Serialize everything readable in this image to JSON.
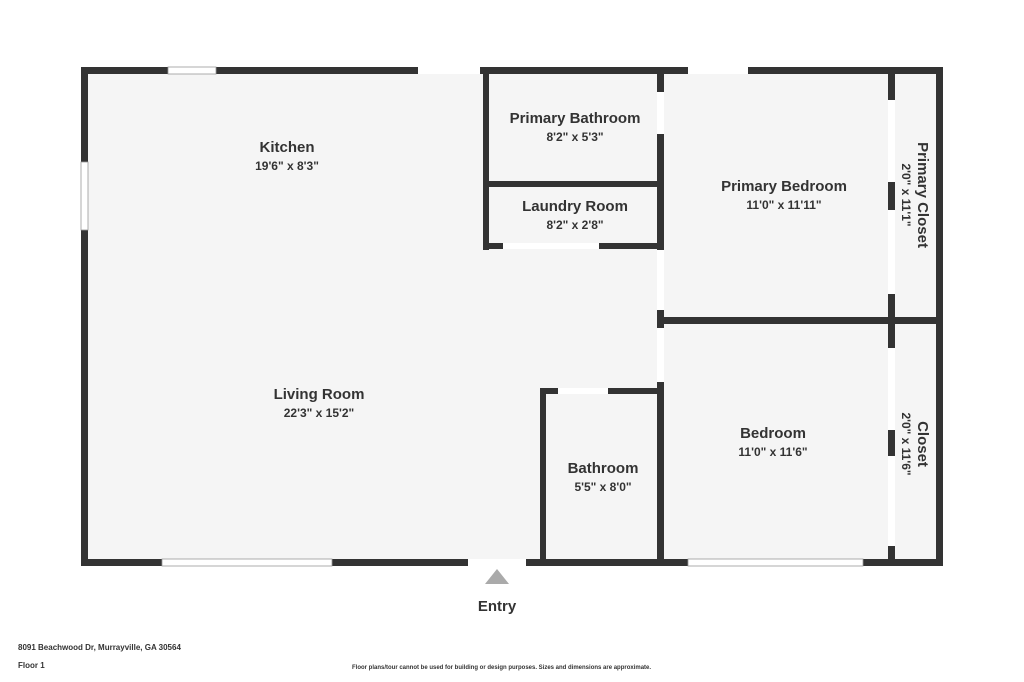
{
  "rooms": {
    "kitchen": {
      "name": "Kitchen",
      "dims": "19'6\" x 8'3\""
    },
    "primary_bathroom": {
      "name": "Primary Bathroom",
      "dims": "8'2\" x 5'3\""
    },
    "laundry_room": {
      "name": "Laundry Room",
      "dims": "8'2\" x 2'8\""
    },
    "primary_bedroom": {
      "name": "Primary Bedroom",
      "dims": "11'0\" x 11'11\""
    },
    "primary_closet": {
      "name": "Primary Closet",
      "dims": "2'0\" x 11'1\""
    },
    "living_room": {
      "name": "Living Room",
      "dims": "22'3\" x 15'2\""
    },
    "bathroom": {
      "name": "Bathroom",
      "dims": "5'5\" x 8'0\""
    },
    "bedroom": {
      "name": "Bedroom",
      "dims": "11'0\" x 11'6\""
    },
    "closet": {
      "name": "Closet",
      "dims": "2'0\" x 11'6\""
    }
  },
  "entry_label": "Entry",
  "footer": {
    "address": "8091 Beachwood Dr, Murrayville, GA 30564",
    "floor": "Floor 1",
    "disclaimer": "Floor plans/tour cannot be used for building or design purposes. Sizes and dimensions are approximate."
  },
  "colors": {
    "wall": "#333333",
    "floor": "#f5f5f5",
    "window": "#ffffff",
    "entry_arrow": "#aaaaaa"
  }
}
